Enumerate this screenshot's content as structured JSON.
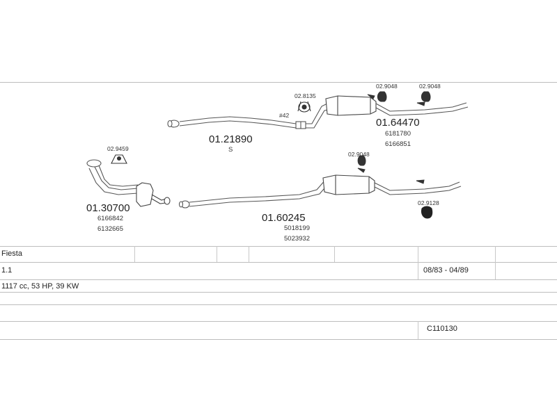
{
  "parts": {
    "front_pipe": {
      "number": "01.30700",
      "oe1": "6166842",
      "oe2": "6132665"
    },
    "mount_front": {
      "number": "02.9459"
    },
    "middle_pipe": {
      "number": "01.21890",
      "suffix": "S"
    },
    "clamp_42": {
      "label": "#42"
    },
    "mount_gasket": {
      "number": "02.8135"
    },
    "rear_hanger_1": {
      "number": "02.9048"
    },
    "rear_hanger_2": {
      "number": "02.9048"
    },
    "rear_silencer_top": {
      "number": "01.64470",
      "oe1": "6181780",
      "oe2": "6166851"
    },
    "middle_silencer": {
      "number": "01.60245",
      "oe1": "5018199",
      "oe2": "5023932"
    },
    "middle_hanger": {
      "number": "02.9048"
    },
    "rubber_mount": {
      "number": "02.9128"
    }
  },
  "table": {
    "model": "Fiesta",
    "engine": "1.1",
    "years": "08/83 - 04/89",
    "specs": "1117 cc, 53 HP, 39 KW",
    "code": "C110130"
  }
}
